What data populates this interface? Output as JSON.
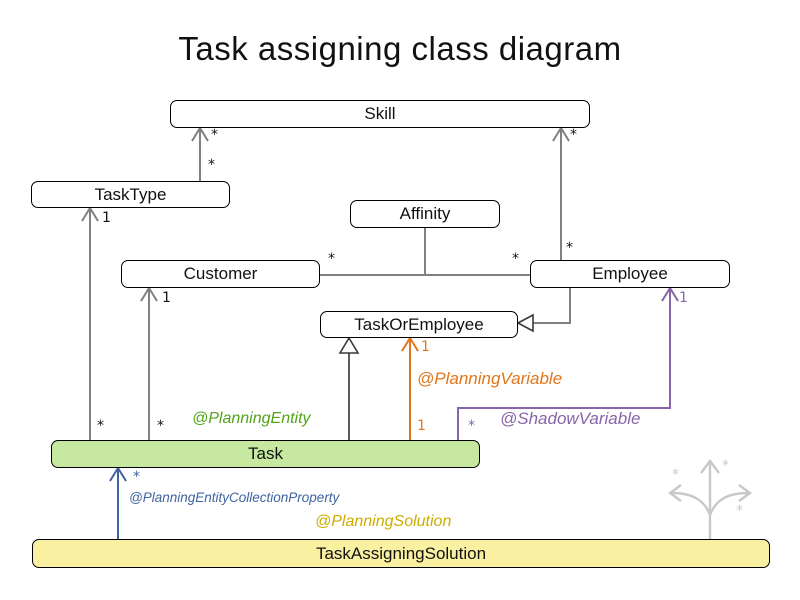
{
  "title": "Task assigning class diagram",
  "classes": {
    "skill": "Skill",
    "tasktype": "TaskType",
    "affinity": "Affinity",
    "customer": "Customer",
    "employee": "Employee",
    "taskoremployee": "TaskOrEmployee",
    "task": "Task",
    "solution": "TaskAssigningSolution"
  },
  "annotations": {
    "planning_entity": "@PlanningEntity",
    "planning_variable": "@PlanningVariable",
    "shadow_variable": "@ShadowVariable",
    "collection_property": "@PlanningEntityCollectionProperty",
    "planning_solution": "@PlanningSolution"
  },
  "labels": [
    {
      "text": "*"
    },
    {
      "text": "*"
    },
    {
      "text": "*"
    },
    {
      "text": "*"
    },
    {
      "text": "*"
    },
    {
      "text": "*"
    },
    {
      "text": "1"
    },
    {
      "text": "1"
    },
    {
      "text": "*"
    },
    {
      "text": "*"
    },
    {
      "text": "1"
    },
    {
      "text": "1"
    },
    {
      "text": "1"
    },
    {
      "text": "*"
    },
    {
      "text": "*"
    },
    {
      "text": "*"
    },
    {
      "text": "*"
    },
    {
      "text": "*"
    }
  ],
  "colors": {
    "entity_green": "#c6e8a0",
    "solution_yellow": "#faf0a2",
    "annotation_green": "#53a318",
    "annotation_orange": "#e2761b",
    "annotation_purple": "#8864a8",
    "annotation_blue": "#3f63a0",
    "annotation_gold": "#ccac00",
    "edge_gray": "#808080",
    "decoration_gray": "#c8c8c8"
  }
}
